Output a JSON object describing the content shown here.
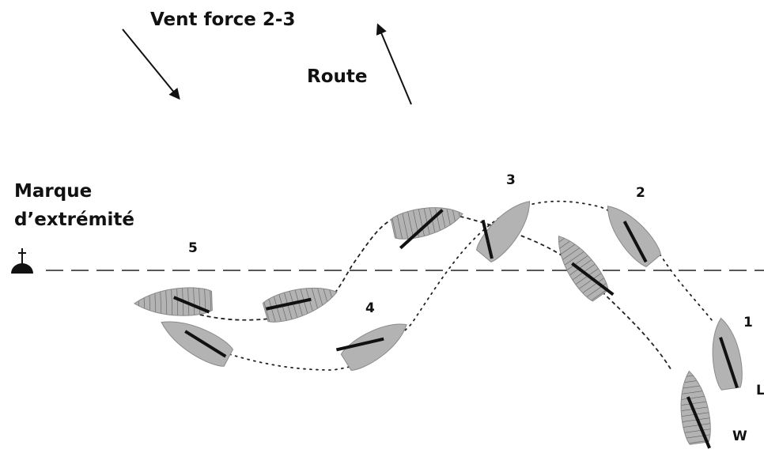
{
  "labels": {
    "wind": "Vent force 2-3",
    "route": "Route",
    "mark_line1": "Marque",
    "mark_line2": "d’extrémité",
    "pos1": "1",
    "pos2": "2",
    "pos3": "3",
    "pos4": "4",
    "pos5": "5",
    "boat_l": "L",
    "boat_w": "W"
  },
  "colors": {
    "boat_fill": "#b3b3b3",
    "boat_stroke": "#8a8a8a",
    "hatch": "#555555",
    "line": "#111111"
  }
}
